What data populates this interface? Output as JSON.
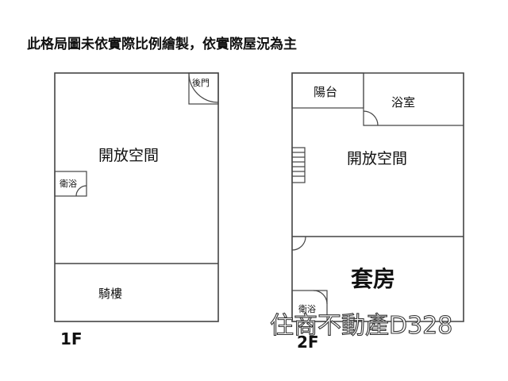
{
  "title": "此格局圖未依實際比例繪製，依實際屋況為主",
  "floors": [
    {
      "label": "1F",
      "rooms": {
        "open_space": "開放空間",
        "bathroom": "衛浴",
        "back_door": "後門",
        "arcade": "騎樓"
      }
    },
    {
      "label": "2F",
      "rooms": {
        "balcony": "陽台",
        "bathroom_top": "浴室",
        "open_space": "開放空間",
        "suite": "套房",
        "bathroom": "衛浴"
      }
    }
  ],
  "watermark": "住商不動產D328"
}
